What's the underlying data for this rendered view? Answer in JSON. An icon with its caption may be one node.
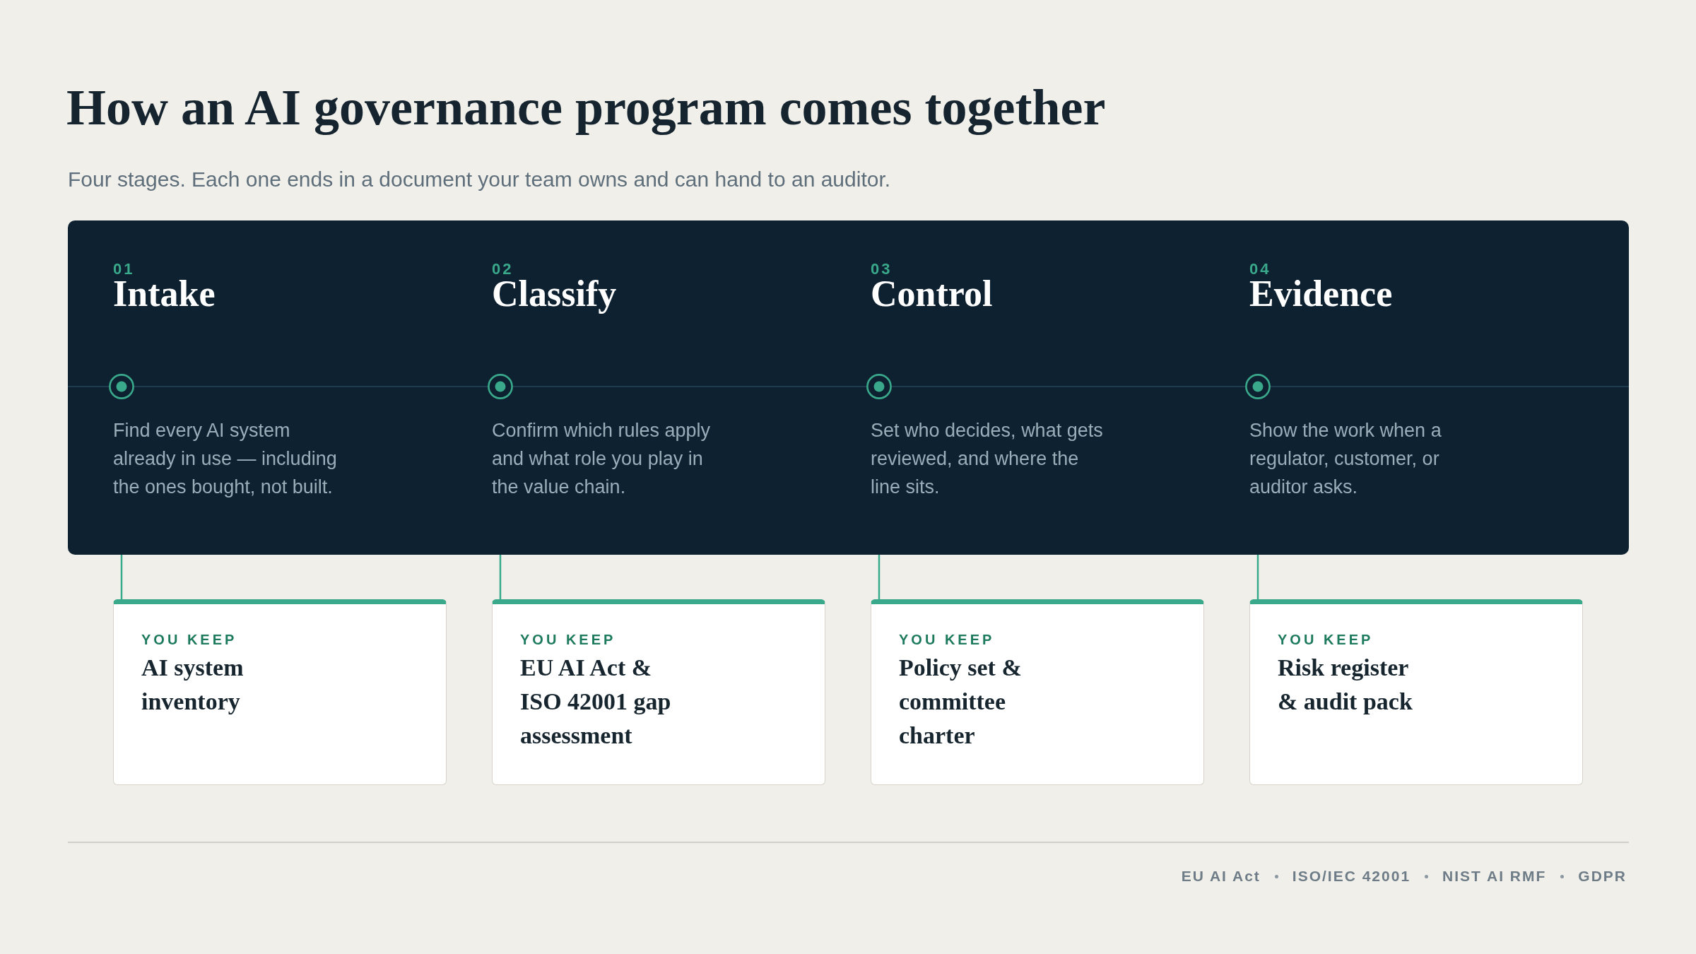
{
  "diagram": {
    "title": "How an AI governance program comes together",
    "nodes": [
      {
        "text": [],
        "shape": "box"
      },
      {
        "text": [
          "Intake",
          "Find every AI system already in use — including the ones bought, not built."
        ],
        "in": 0
      },
      {
        "text": [
          "Classify",
          "Confirm which rules apply and what role you play in the value chain."
        ],
        "in": 0
      },
      {
        "text": [
          "Control",
          "Set who decides, what gets reviewed, and where the line sits."
        ],
        "in": 0
      },
      {
        "text": [
          "Evidence",
          "Show the work when a regulator, customer, or auditor asks."
        ],
        "in": 0
      },
      {
        "text": [
          "YOU KEEP",
          "AI system inventory"
        ]
      },
      {
        "text": [
          "YOU KEEP",
          "EU AI Act & ISO 42001 gap assessment"
        ]
      },
      {
        "text": [
          "YOU KEEP",
          "Policy set & committee charter"
        ]
      },
      {
        "text": [
          "YOU KEEP",
          "Risk register & audit pack"
        ]
      }
    ],
    "edges": [
      {
        "from": 0,
        "to": 5,
        "arrow": "none"
      },
      {
        "from": 0,
        "to": 6,
        "arrow": "none"
      },
      {
        "from": 0,
        "to": 7,
        "arrow": "none"
      },
      {
        "from": 0,
        "to": 8,
        "arrow": "none"
      }
    ],
    "labels": [
      "Four stages. Each one ends in a document your team owns and can hand to an auditor.",
      "01",
      "02",
      "03",
      "04",
      "EU AI Act",
      "ISO/IEC 42001",
      "NIST AI RMF",
      "GDPR"
    ]
  }
}
